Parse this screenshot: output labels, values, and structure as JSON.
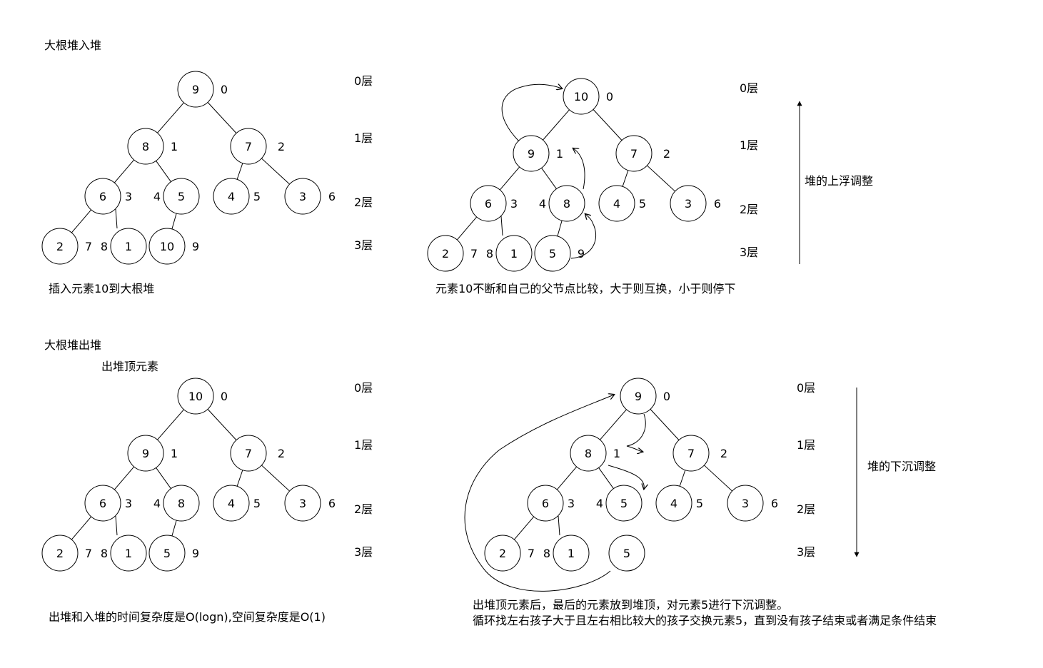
{
  "titles": {
    "insert_heading": "大根堆入堆",
    "remove_heading": "大根堆出堆",
    "remove_sub": "出堆顶元素"
  },
  "captions": {
    "insert_caption": "插入元素10到大根堆",
    "sift_up_caption": "元素10不断和自己的父节点比较，大于则互换，小于则停下",
    "complexity_caption": "出堆和入堆的时间复杂度是O(logn),空间复杂度是O(1)",
    "sift_down_caption_1": "出堆顶元素后，最后的元素放到堆顶，对元素5进行下沉调整。",
    "sift_down_caption_2": "循环找左右孩子大于且左右相比较大的孩子交换元素5，直到没有孩子结束或者满足条件结束"
  },
  "arrow_labels": {
    "sift_up": "堆的上浮调整",
    "sift_down": "堆的下沉调整"
  },
  "level_labels": [
    "0层",
    "1层",
    "2层",
    "3层"
  ],
  "trees": [
    {
      "id": "tree-insert",
      "values": [
        9,
        8,
        7,
        6,
        5,
        4,
        3,
        2,
        1,
        10
      ]
    },
    {
      "id": "tree-sift-up",
      "values": [
        10,
        9,
        7,
        6,
        8,
        4,
        3,
        2,
        1,
        5
      ]
    },
    {
      "id": "tree-remove",
      "values": [
        10,
        9,
        7,
        6,
        8,
        4,
        3,
        2,
        1,
        5
      ]
    },
    {
      "id": "tree-sift-down",
      "values": [
        9,
        8,
        7,
        6,
        5,
        4,
        3,
        2,
        1
      ],
      "removed_node": 5
    }
  ]
}
